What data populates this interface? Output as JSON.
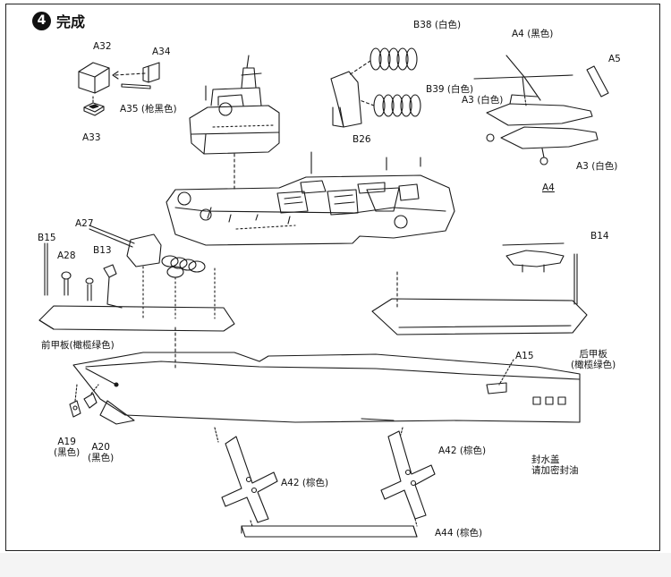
{
  "step": {
    "number": "4",
    "title": "完成"
  },
  "parts": {
    "a32": "A32",
    "a34": "A34",
    "a35": "A35 (枪黑色)",
    "a33": "A33",
    "b38": "B38 (白色)",
    "b39": "B39 (白色)",
    "b26": "B26",
    "a4_top": "A4 (黑色)",
    "a5": "A5",
    "a3_top": "A3 (白色)",
    "a3_right": "A3 (白色)",
    "a4_bottom": "A4",
    "b15": "B15",
    "a27": "A27",
    "a28": "A28",
    "b13": "B13",
    "b14": "B14",
    "front_deck_line1": "前甲板",
    "front_deck_line2": "(橄榄绿色)",
    "rear_deck_line1": "后甲板",
    "rear_deck_line2": "(橄榄绿色)",
    "a15": "A15",
    "seal_line1": "封水盖",
    "seal_line2": "请加密封油",
    "a19_line1": "A19",
    "a19_line2": "(黑色)",
    "a20_line1": "A20",
    "a20_line2": "(黑色)",
    "a42_right": "A42 (棕色)",
    "a42_left": "A42 (棕色)",
    "a44": "A44 (棕色)"
  }
}
